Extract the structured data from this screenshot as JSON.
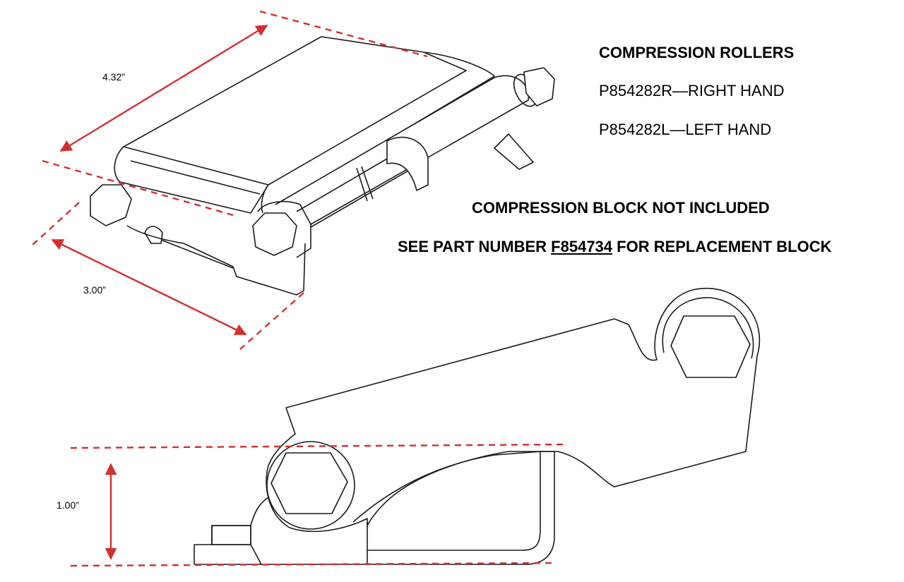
{
  "colors": {
    "dimension": "#d32f2f",
    "outline": "#1a1a1a",
    "text": "#000000"
  },
  "dimensions": {
    "length": "4.32”",
    "width": "3.00”",
    "height": "1.00”"
  },
  "parts": {
    "heading": "COMPRESSION ROLLERS",
    "right_hand": "P854282R—RIGHT HAND",
    "left_hand": "P854282L—LEFT HAND"
  },
  "notes": {
    "not_included": "COMPRESSION BLOCK NOT INCLUDED",
    "see_prefix": "SEE PART NUMBER ",
    "part_number": "F854734",
    "see_suffix": " FOR REPLACEMENT BLOCK"
  }
}
